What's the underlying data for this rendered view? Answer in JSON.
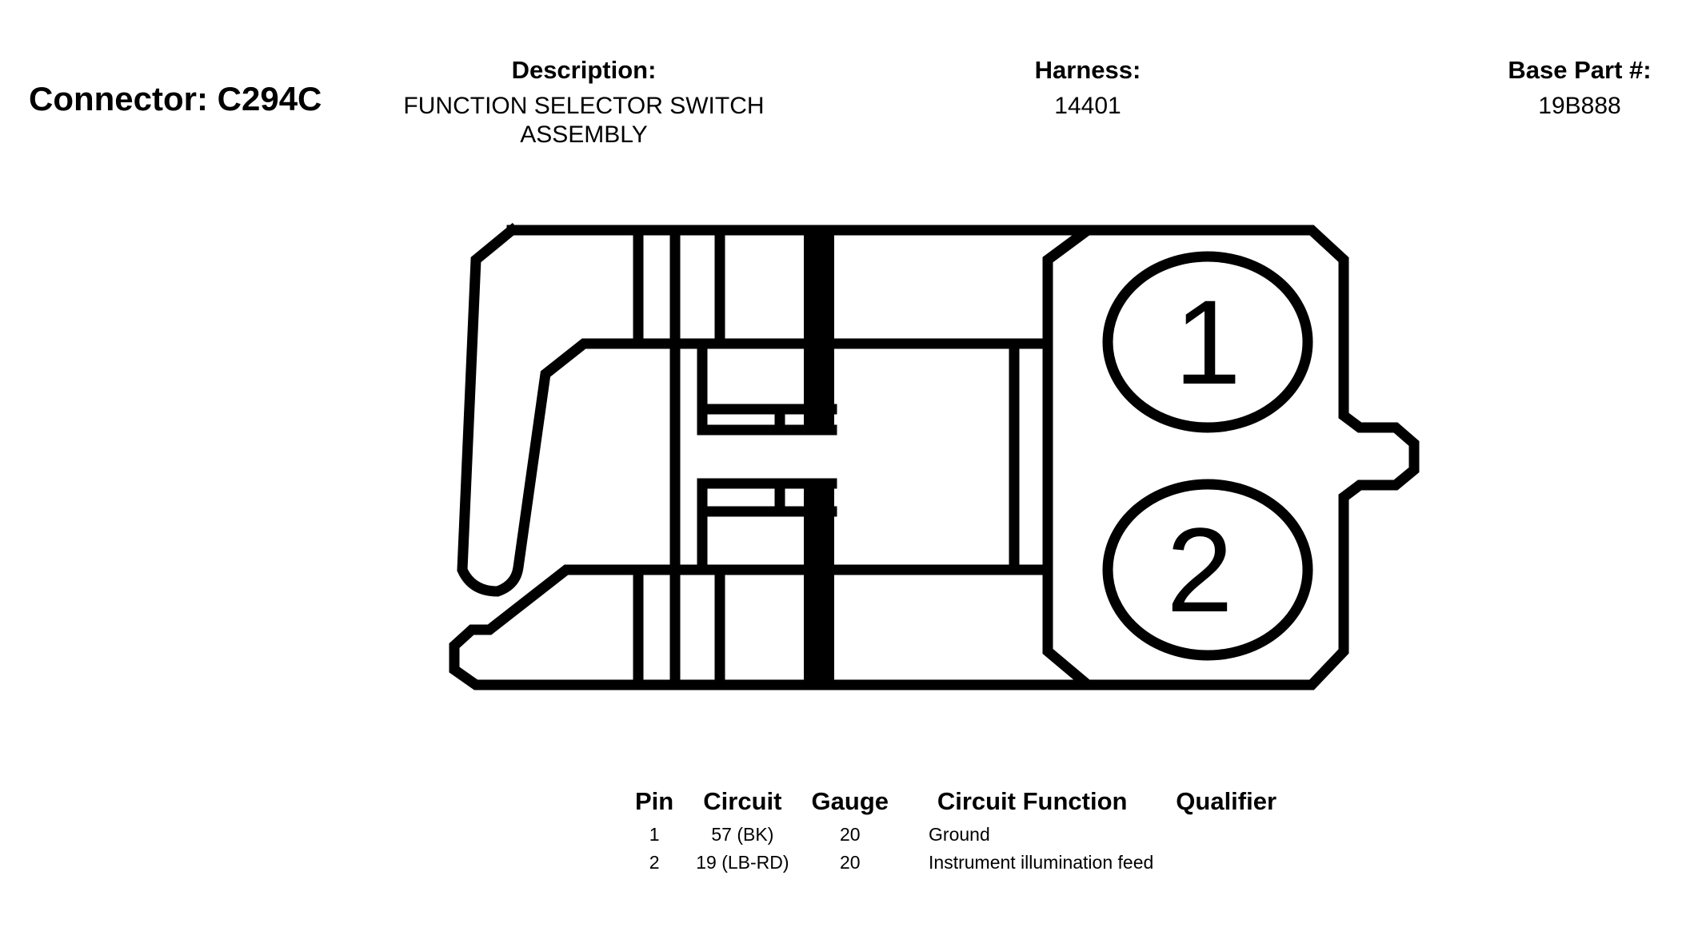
{
  "connector": {
    "label": "Connector: C294C"
  },
  "description": {
    "label": "Description:",
    "value": "FUNCTION SELECTOR SWITCH ASSEMBLY"
  },
  "harness": {
    "label": "Harness:",
    "value": "14401"
  },
  "base_part": {
    "label": "Base Part #:",
    "value": "19B888"
  },
  "diagram": {
    "cavity_labels": [
      "1",
      "2"
    ]
  },
  "pin_table": {
    "headers": {
      "pin": "Pin",
      "circuit": "Circuit",
      "gauge": "Gauge",
      "function": "Circuit Function",
      "qualifier": "Qualifier"
    },
    "rows": [
      {
        "pin": "1",
        "circuit": "57 (BK)",
        "gauge": "20",
        "function": "Ground",
        "qualifier": ""
      },
      {
        "pin": "2",
        "circuit": "19 (LB-RD)",
        "gauge": "20",
        "function": "Instrument illumination feed",
        "qualifier": ""
      }
    ]
  }
}
